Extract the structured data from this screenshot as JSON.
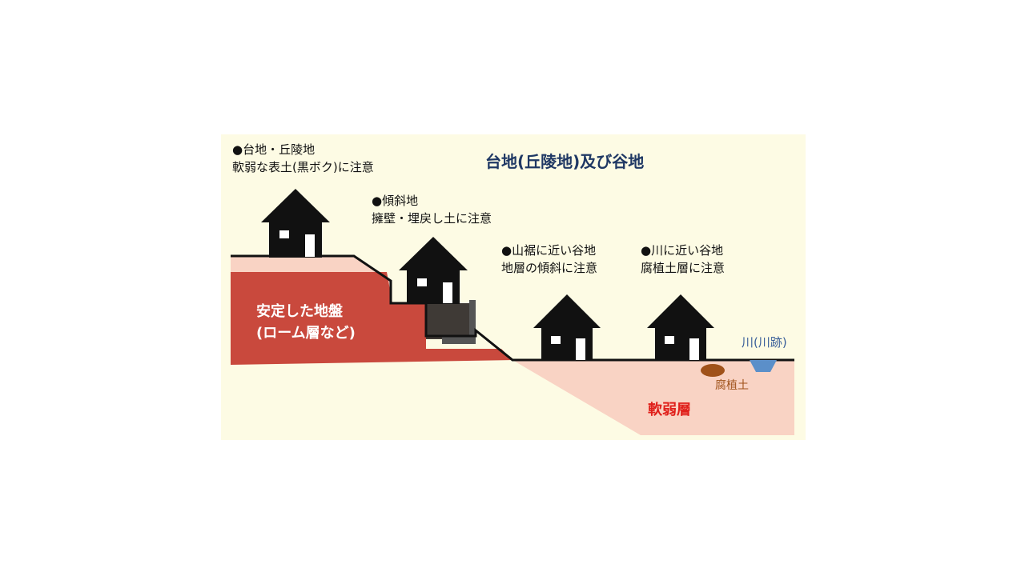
{
  "title": "台地(丘陵地)及び谷地",
  "callouts": {
    "plateau": {
      "heading": "●台地・丘陵地",
      "note": "軟弱な表土(黒ボク)に注意"
    },
    "slope": {
      "heading": "●傾斜地",
      "note": "擁壁・埋戻し土に注意"
    },
    "valley_mountain": {
      "heading": "●山裾に近い谷地",
      "note": "地層の傾斜に注意"
    },
    "valley_river": {
      "heading": "●川に近い谷地",
      "note": "腐植土層に注意"
    }
  },
  "ground": {
    "stable_line1": "安定した地盤",
    "stable_line2": "(ローム層など)",
    "soft_layer": "軟弱層",
    "humus": "腐植土",
    "river": "川(川跡)"
  },
  "colors": {
    "panel_bg": "#fdfbe4",
    "stable_ground": "#c9493d",
    "soft_ground": "#f9d3c4",
    "house": "#111111",
    "retaining_wall": "#555555",
    "backfill": "#3f3a36",
    "humus": "#a0521a",
    "river": "#5b8fc9",
    "title": "#1f3864",
    "soft_label": "#e0201b"
  },
  "icons": [
    "house-icon",
    "retaining-wall-icon",
    "humus-icon",
    "river-icon"
  ]
}
